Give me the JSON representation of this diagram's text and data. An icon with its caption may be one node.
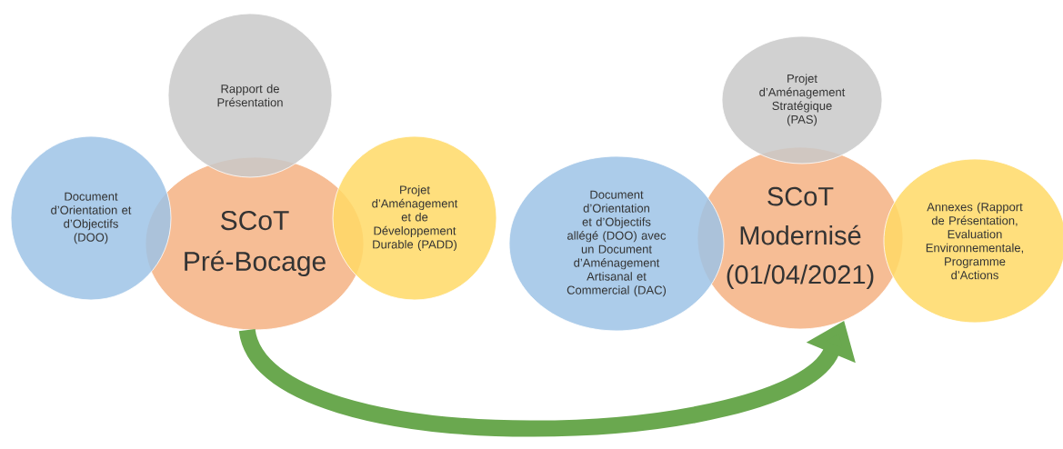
{
  "diagram": {
    "nodes": [
      {
        "text": [
          "Rapport de Présentation"
        ]
      },
      {
        "text": [
          "Document d’Orientation et d’Objectifs (DOO)"
        ]
      },
      {
        "text": [
          "SCoT Pré-Bocage"
        ]
      },
      {
        "text": [
          "Projet d’Aménagement et de Développement Durable (PADD)"
        ]
      },
      {
        "text": [
          "Projet d’Aménagement Stratégique (PAS)"
        ]
      },
      {
        "text": [
          "Document d’Orientation et d’Objectifs allégé (DOO) avec un Document d’Aménagement Artisanal et Commercial (DAC)"
        ]
      },
      {
        "text": [
          "SCoT Modernisé (01/04/2021)"
        ]
      },
      {
        "text": [
          "Annexes (Rapport de Présentation, Evaluation Environnementale, Programme d’Actions"
        ]
      }
    ],
    "edges": [
      {
        "from": 2,
        "to": 6,
        "arrow": "to"
      }
    ]
  }
}
